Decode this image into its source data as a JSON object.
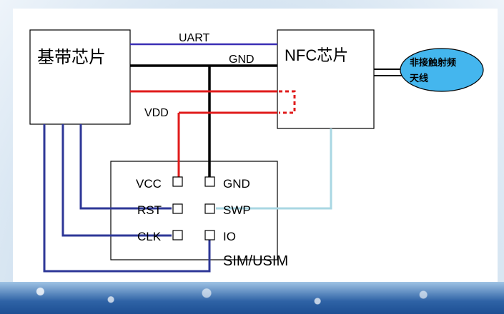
{
  "baseband": {
    "label": "基带芯片"
  },
  "nfc": {
    "label": "NFC芯片"
  },
  "antenna": {
    "line1": "非接触射频",
    "line2": "天线"
  },
  "wires": {
    "uart": "UART",
    "gnd": "GND",
    "vdd": "VDD"
  },
  "sim": {
    "title": "SIM/USIM",
    "pins_left": [
      "VCC",
      "RST",
      "CLK"
    ],
    "pins_right": [
      "GND",
      "SWP",
      "IO"
    ]
  },
  "colors": {
    "uart": "#3b2fb5",
    "gnd": "#000000",
    "vdd": "#e01b1b",
    "swp": "#a9d7e3",
    "data": "#2e3797"
  }
}
